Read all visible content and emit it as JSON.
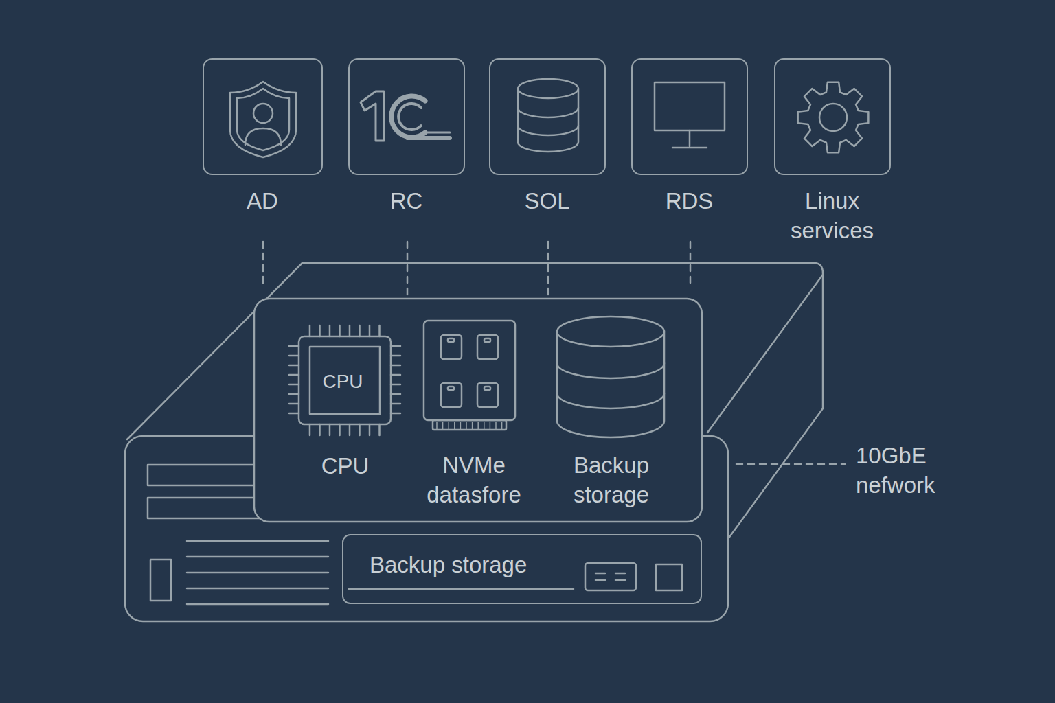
{
  "diagram": {
    "nodes": [
      {
        "text": [
          "AD"
        ]
      },
      {
        "text": [
          "RC"
        ]
      },
      {
        "text": [
          "SOL"
        ]
      },
      {
        "text": [
          "RDS"
        ]
      },
      {
        "text": [
          "Linux services"
        ]
      },
      {
        "text": [
          "CPU",
          "CPU"
        ]
      },
      {
        "text": [
          "NVMe datasfore"
        ]
      },
      {
        "text": [
          "Backup storage"
        ]
      },
      {
        "text": [
          "Backup storage"
        ]
      }
    ],
    "labels": [
      "10GbE nefwork"
    ]
  }
}
